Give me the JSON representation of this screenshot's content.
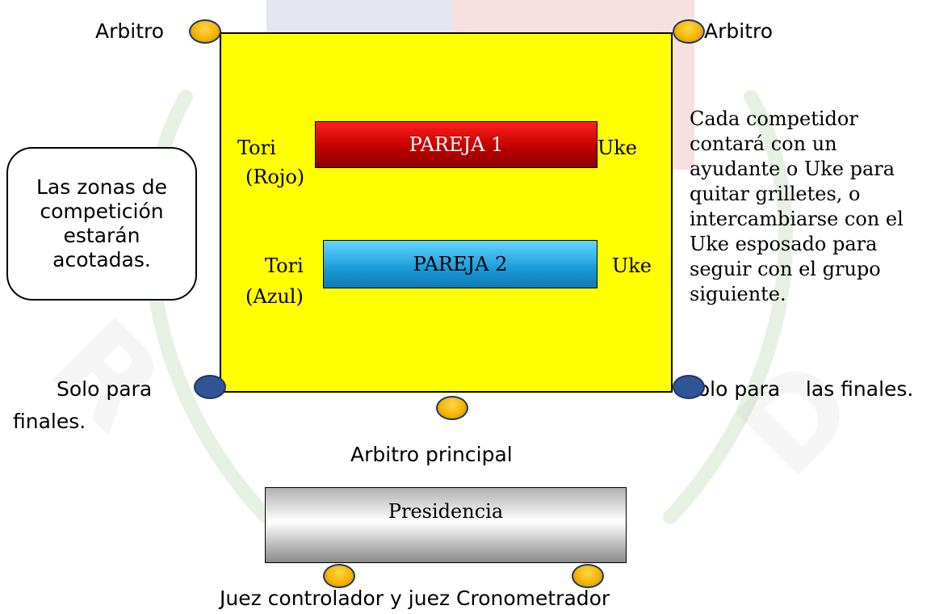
{
  "labels": {
    "arbitro_left": "Arbitro",
    "arbitro_right": "Arbitro",
    "tori_1": "Tori",
    "rojo": "(Rojo)",
    "uke_1": "Uke",
    "tori_2": "Tori",
    "azul": "(Azul)",
    "uke_2": "Uke",
    "solo_left_1": "Solo para",
    "solo_left_2": "finales.",
    "solo_right": "Solo para    las finales.",
    "arbitro_principal": "Arbitro principal",
    "jueces": "Juez controlador y juez Cronometrador"
  },
  "pairs": {
    "pareja1": "PAREJA 1",
    "pareja2": "PAREJA 2"
  },
  "callout": {
    "zones_text": "Las zonas de competición estarán acotadas."
  },
  "note": {
    "lines": [
      "Cada competidor",
      "contará con un",
      "ayudante o Uke para",
      "quitar grilletes, o",
      "intercambiarse con el",
      "Uke esposado para",
      "seguir con el grupo",
      "siguiente."
    ]
  },
  "presidencia": {
    "label": "Presidencia"
  },
  "colors": {
    "field": "#ffff00",
    "pair1_bar": "#c00000",
    "pair2_bar": "#1a9bd8",
    "referee_marker": "#f5b400",
    "finals_marker": "#2f5597"
  },
  "icons": {
    "referee": "gold-oval-marker",
    "finals_only": "blue-oval-marker"
  }
}
